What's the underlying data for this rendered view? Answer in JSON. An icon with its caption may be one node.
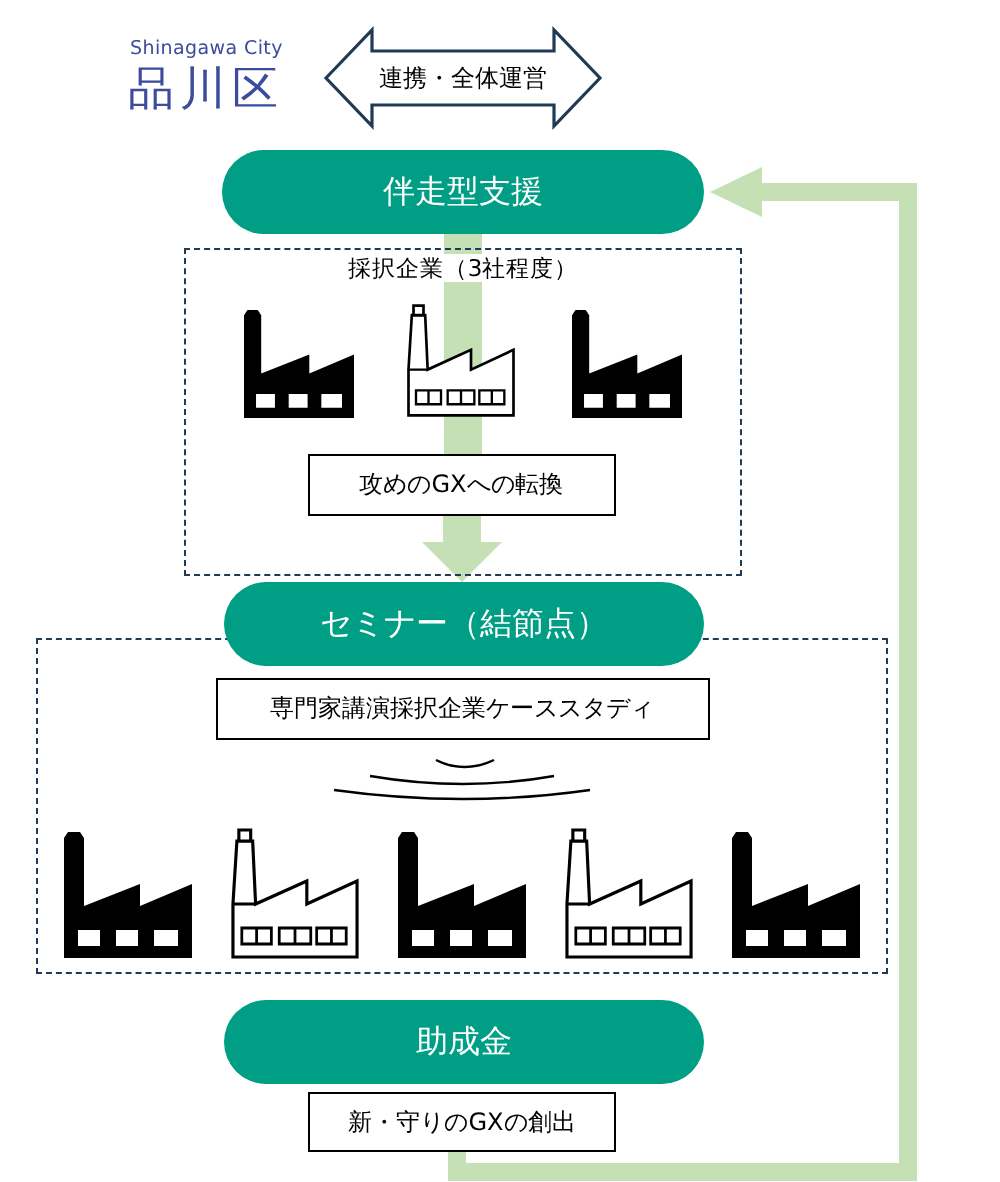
{
  "diagram": {
    "nodes": [
      {
        "text": [
          "Shinagawa City",
          "品川区"
        ]
      },
      {
        "text": [
          "伴走型支援"
        ]
      },
      {
        "text": [
          "採択企業（3社程度）"
        ]
      },
      {
        "text": [
          "攻めのGXへの転換"
        ],
        "in": 2
      },
      {
        "text": [
          "セミナー（結節点）"
        ]
      },
      {
        "text": [],
        "shape": "box"
      },
      {
        "text": [
          "専門家講演採択企業ケーススタディ"
        ],
        "in": 5
      },
      {
        "text": [
          "助成金"
        ]
      },
      {
        "text": [
          "新・守りのGXの創出"
        ]
      }
    ],
    "edges": [
      {
        "from": 0,
        "to": null,
        "arrow": "both",
        "label": "連携・全体運営",
        "color": "#203a56"
      },
      {
        "from": 1,
        "to": 3,
        "arrow": "none"
      },
      {
        "from": 3,
        "to": 4,
        "arrow": "to"
      },
      {
        "from": 8,
        "to": 1,
        "arrow": "to"
      }
    ]
  }
}
